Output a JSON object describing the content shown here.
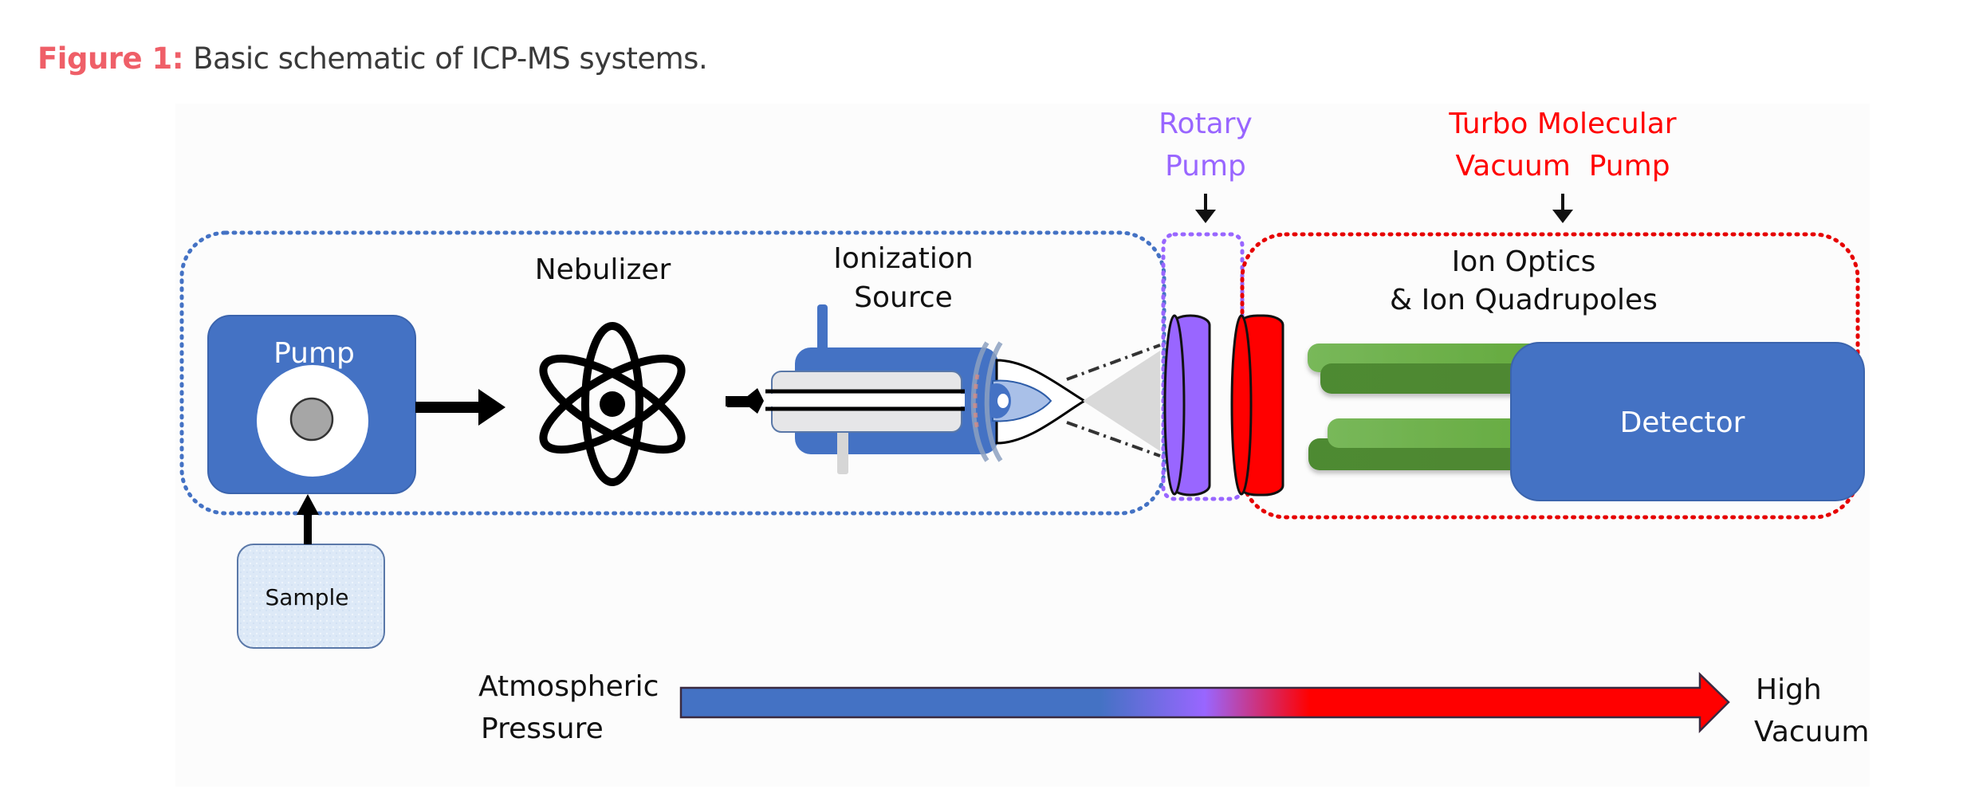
{
  "caption": {
    "figure_label": "Figure 1:",
    "text": "Basic schematic of ICP-MS systems."
  },
  "diagram": {
    "pump_labels": {
      "rotary": [
        "Rotary",
        "Pump"
      ],
      "turbo": [
        "Turbo Molecular",
        "Vacuum  Pump"
      ]
    },
    "components": {
      "pump": "Pump",
      "nebulizer": "Nebulizer",
      "ionization_source": [
        "Ionization",
        "Source"
      ],
      "ion_optics": [
        "Ion Optics",
        "& Ion Quadrupoles"
      ],
      "detector": "Detector",
      "sample": "Sample"
    },
    "pressure_scale": {
      "start": [
        "Atmospheric",
        "Pressure"
      ],
      "end": [
        "High",
        "Vacuum"
      ]
    },
    "colors": {
      "accent": "#ef5f68",
      "component_blue": "#4472c4",
      "rotary_purple": "#9966ff",
      "turbo_red": "#ff0000",
      "quadrupole_green": "#5a9e3a"
    }
  }
}
